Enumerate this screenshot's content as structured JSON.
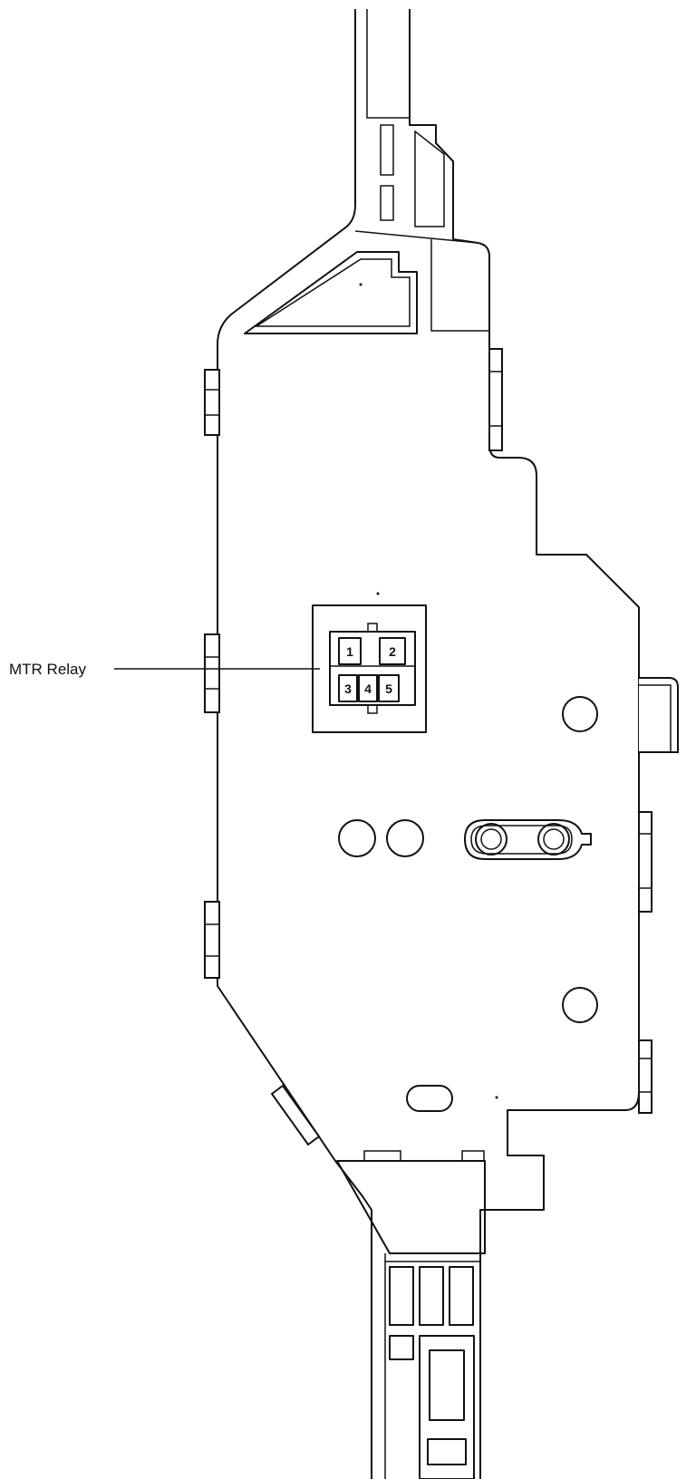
{
  "diagram": {
    "component_label": "MTR Relay",
    "relay_pins": [
      "1",
      "2",
      "3",
      "4",
      "5"
    ]
  }
}
